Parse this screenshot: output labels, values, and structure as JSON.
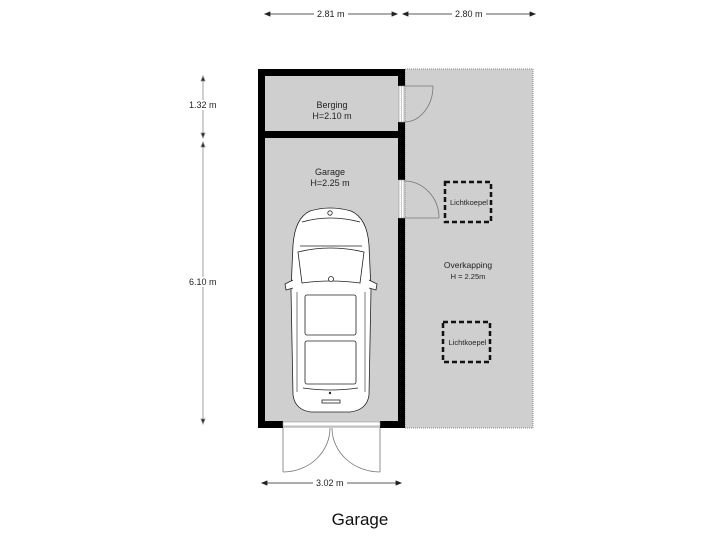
{
  "plan": {
    "title": "Garage",
    "colors": {
      "floor": "#cfcfcf",
      "wall": "#000000",
      "background": "#ffffff",
      "dimension": "#888888"
    }
  },
  "rooms": [
    {
      "name": "Berging",
      "height_label": "H=2.10 m"
    },
    {
      "name": "Garage",
      "height_label": "H=2.25 m"
    },
    {
      "name": "Overkapping",
      "height_label": "H = 2.25m"
    }
  ],
  "skylights": [
    {
      "label": "Lichtkoepel"
    },
    {
      "label": "Lichtkoepel"
    }
  ],
  "dimensions": {
    "top_left": "2.81 m",
    "top_right": "2.80 m",
    "left_upper": "1.32 m",
    "left_lower": "6.10 m",
    "bottom": "3.02 m"
  },
  "icons": {
    "car": "car-top-view-icon",
    "door": "door-swing-icon",
    "skylight": "skylight-icon"
  }
}
